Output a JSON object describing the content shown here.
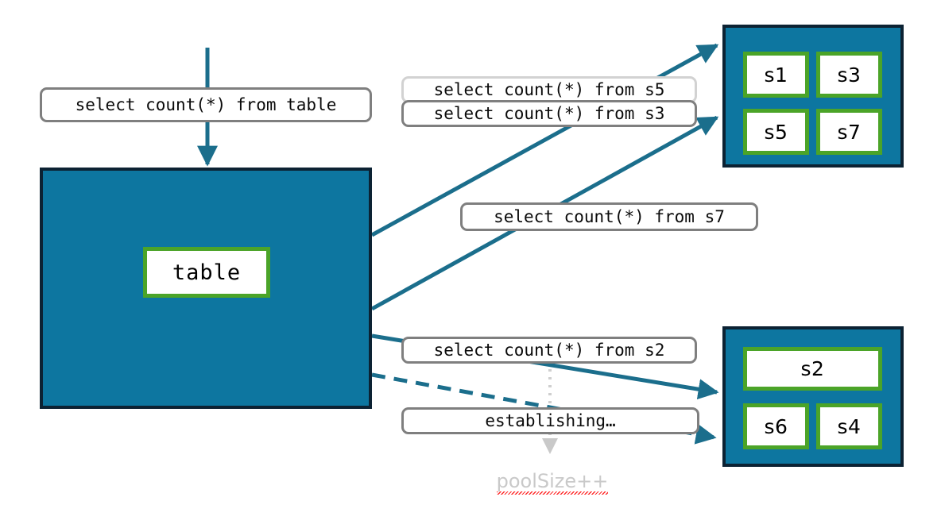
{
  "diagram": {
    "title": "Connection pool query routing diagram",
    "colors": {
      "panel_fill": "#0d76a0",
      "panel_border": "#0c2233",
      "node_border": "#4ba428",
      "node_fill": "#ffffff",
      "edge": "#1b6e8c",
      "label_border": "#7f7f7f",
      "label_border_light": "#d2d2d2",
      "muted_text": "#c9c9c9",
      "spellcheck_underline": "#ff2a2a"
    }
  },
  "queries": {
    "table": "select count(*) from table",
    "s5": "select count(*) from s5",
    "s3": "select count(*) from s3",
    "s7": "select count(*) from s7",
    "s2": "select count(*) from s2",
    "establishing": "establishing…"
  },
  "table_panel": {
    "node_label": "table"
  },
  "pool_top": {
    "nodes": [
      {
        "label": "s1"
      },
      {
        "label": "s3"
      },
      {
        "label": "s5"
      },
      {
        "label": "s7"
      }
    ]
  },
  "pool_bottom": {
    "nodes": [
      {
        "label": "s2"
      },
      {
        "label": "s6"
      },
      {
        "label": "s4"
      }
    ]
  },
  "annotations": {
    "pool_size": "poolSize++"
  }
}
